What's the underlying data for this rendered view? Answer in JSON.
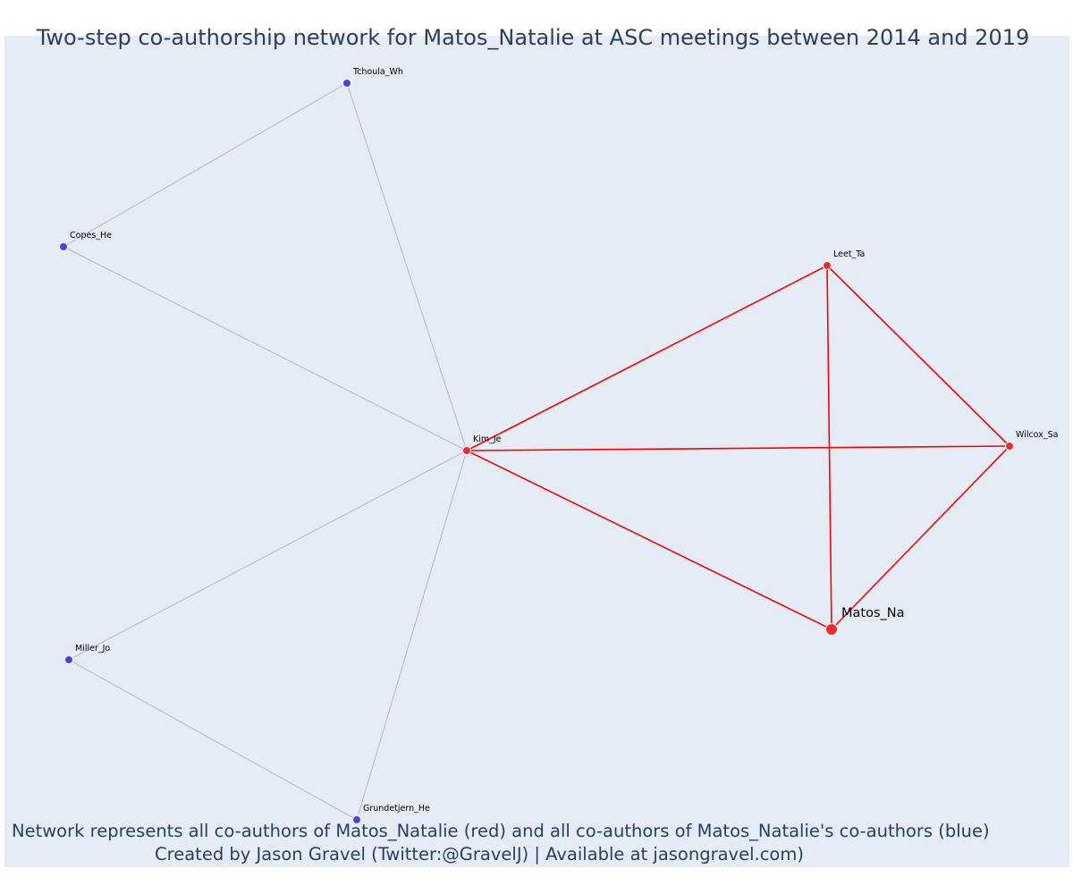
{
  "title": "Two-step co-authorship network for Matos_Natalie at ASC meetings between 2014 and 2019",
  "caption": {
    "line1": "Network represents all co-authors of Matos_Natalie (red) and all co-authors of Matos_Natalie's co-authors (blue)",
    "line2": "Created by Jason Gravel (Twitter:@GravelJ) | Available at jasongravel.com)"
  },
  "colors": {
    "background": "#e5ecf6",
    "primary_node": "#ef2a2a",
    "secondary_node": "#4343e6",
    "primary_edge": "#ff0000",
    "secondary_edge": "#b4b7c8",
    "text": "#2a3f5f"
  },
  "nodes": [
    {
      "id": "Matos_Na",
      "group": "focal"
    },
    {
      "id": "Kim_Je",
      "group": "coauthor"
    },
    {
      "id": "Leet_Ta",
      "group": "coauthor"
    },
    {
      "id": "Wilcox_Sa",
      "group": "coauthor"
    },
    {
      "id": "Tchoula_Wh",
      "group": "second-step"
    },
    {
      "id": "Copes_He",
      "group": "second-step"
    },
    {
      "id": "Miller_Jo",
      "group": "second-step"
    },
    {
      "id": "Grundetjern_He",
      "group": "second-step"
    }
  ],
  "edges": [
    {
      "source": "Kim_Je",
      "target": "Tchoula_Wh",
      "type": "second-step"
    },
    {
      "source": "Kim_Je",
      "target": "Copes_He",
      "type": "second-step"
    },
    {
      "source": "Kim_Je",
      "target": "Miller_Jo",
      "type": "second-step"
    },
    {
      "source": "Kim_Je",
      "target": "Grundetjern_He",
      "type": "second-step"
    },
    {
      "source": "Tchoula_Wh",
      "target": "Copes_He",
      "type": "second-step"
    },
    {
      "source": "Miller_Jo",
      "target": "Grundetjern_He",
      "type": "second-step"
    },
    {
      "source": "Kim_Je",
      "target": "Leet_Ta",
      "type": "coauthor"
    },
    {
      "source": "Kim_Je",
      "target": "Wilcox_Sa",
      "type": "coauthor"
    },
    {
      "source": "Kim_Je",
      "target": "Matos_Na",
      "type": "coauthor"
    },
    {
      "source": "Leet_Ta",
      "target": "Wilcox_Sa",
      "type": "coauthor"
    },
    {
      "source": "Leet_Ta",
      "target": "Matos_Na",
      "type": "coauthor"
    },
    {
      "source": "Wilcox_Sa",
      "target": "Matos_Na",
      "type": "coauthor"
    }
  ]
}
